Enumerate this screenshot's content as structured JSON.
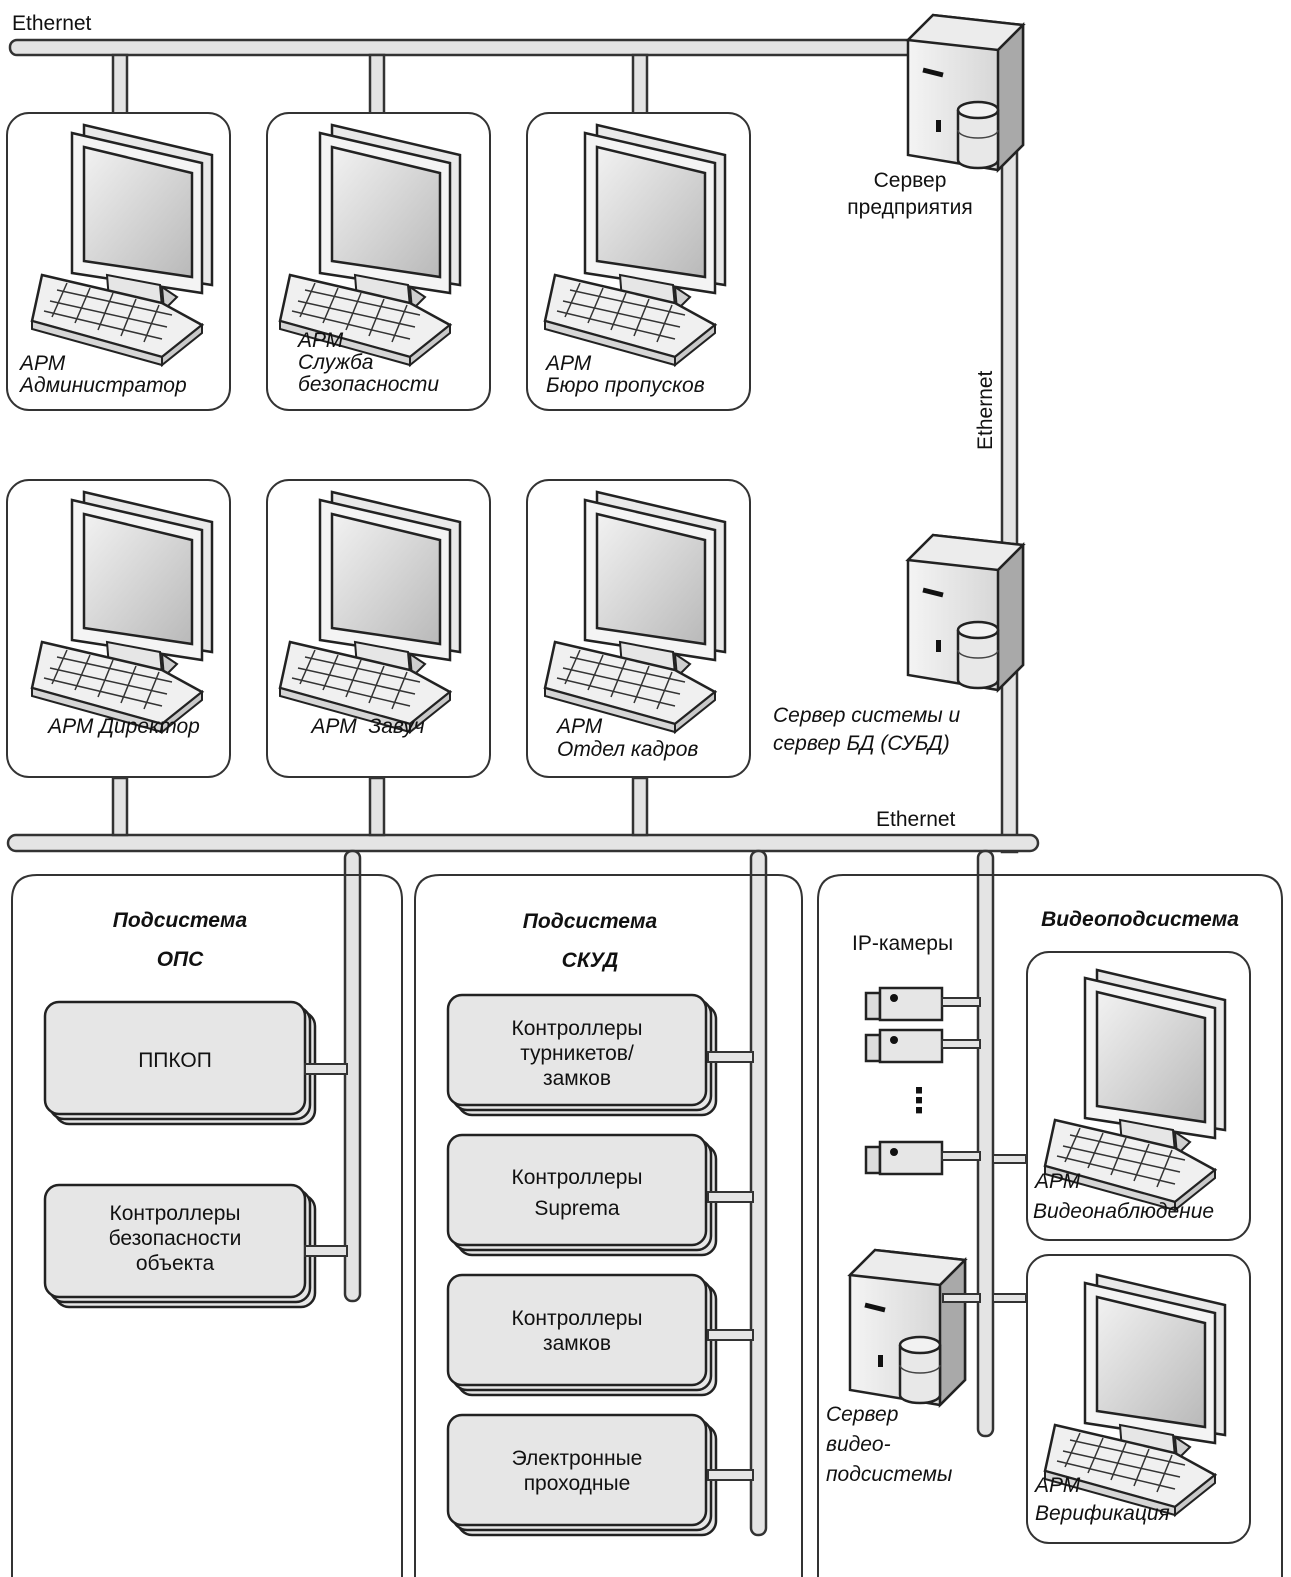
{
  "ethernet": {
    "top": "Ethernet",
    "vertical": "Ethernet",
    "bottom": "Ethernet"
  },
  "servers": {
    "enterprise": [
      "Сервер",
      "предприятия"
    ],
    "system": [
      "Сервер системы и",
      "сервер БД (СУБД)"
    ],
    "video": [
      "Сервер",
      "видео-",
      "подсистемы"
    ]
  },
  "workstations": {
    "admin": [
      "АРМ",
      "Администратор"
    ],
    "security": [
      "АРМ",
      "Служба",
      "безопасности"
    ],
    "pass_office": [
      "АРМ",
      "Бюро пропусков"
    ],
    "director": "АРМ Директор",
    "head_teacher": "АРМ  Завуч",
    "hr": [
      "АРМ",
      "Отдел кадров"
    ]
  },
  "ops_subsystem": {
    "title": [
      "Подсистема",
      "ОПС"
    ],
    "devices": [
      [
        "ППКОП"
      ],
      [
        "Контроллеры",
        "безопасности",
        "объекта"
      ]
    ]
  },
  "skud_subsystem": {
    "title": [
      "Подсистема",
      "СКУД"
    ],
    "devices": [
      [
        "Контроллеры",
        "турникетов/",
        "замков"
      ],
      [
        "Контроллеры",
        "Suprema"
      ],
      [
        "Контроллеры",
        "замков"
      ],
      [
        "Электронные",
        "проходные"
      ]
    ]
  },
  "video_subsystem": {
    "title": "Видеоподсистема",
    "cameras_label": "IP-камеры",
    "ellipsis": "⋮",
    "workstations": {
      "surveillance": [
        "АРМ",
        "Видеонаблюдение"
      ],
      "verification": [
        "АРМ",
        "Верификация"
      ]
    }
  },
  "colors": {
    "bus_fill": "#e4e4e4",
    "bus_stroke": "#333333",
    "device_fill": "#e6e6e6",
    "screen": "#cfcfcf"
  }
}
